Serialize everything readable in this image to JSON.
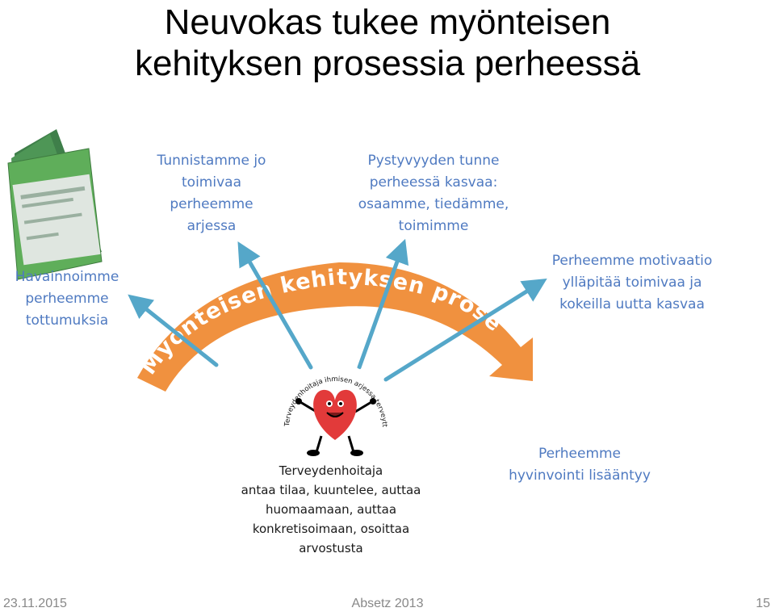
{
  "title": {
    "line1": "Neuvokas tukee myönteisen",
    "line2": "kehityksen prosessia perheessä"
  },
  "arc_label": "Myönteisen kehityksen prosessi",
  "labels": {
    "left": [
      "Havainnoimme",
      "perheemme",
      "tottumuksia"
    ],
    "top_left": [
      "Tunnistamme jo",
      "toimivaa",
      "perheemme",
      "arjessa"
    ],
    "top_center": [
      "Pystyvyyden tunne",
      "perheessä kasvaa:",
      "osaamme, tiedämme,",
      "toimimme"
    ],
    "right": [
      "Perheemme motivaatio",
      "ylläpitää toimivaa ja",
      "kokeilla uutta kasvaa"
    ],
    "bottom_right": [
      "Perheemme",
      "hyvinvointi lisääntyy"
    ],
    "bottom_center": [
      "Terveydenhoitaja",
      "antaa tilaa, kuuntelee, auttaa",
      "huomaamaan, auttaa",
      "konkretisoimaan, osoittaa",
      "arvostusta"
    ]
  },
  "logo_text": "Terveydenhoitaja ihmisen arjessa terveyttä edistämässä",
  "colors": {
    "arc": "#f0913f",
    "arrow": "#55a7c9",
    "label": "#4f7ac1",
    "heart": "#e23a3a",
    "book": "#5aa95a"
  },
  "icons": [
    "book-icon",
    "heart-mascot-icon"
  ],
  "footer": {
    "date": "23.11.2015",
    "author": "Absetz 2013",
    "page": "15"
  }
}
